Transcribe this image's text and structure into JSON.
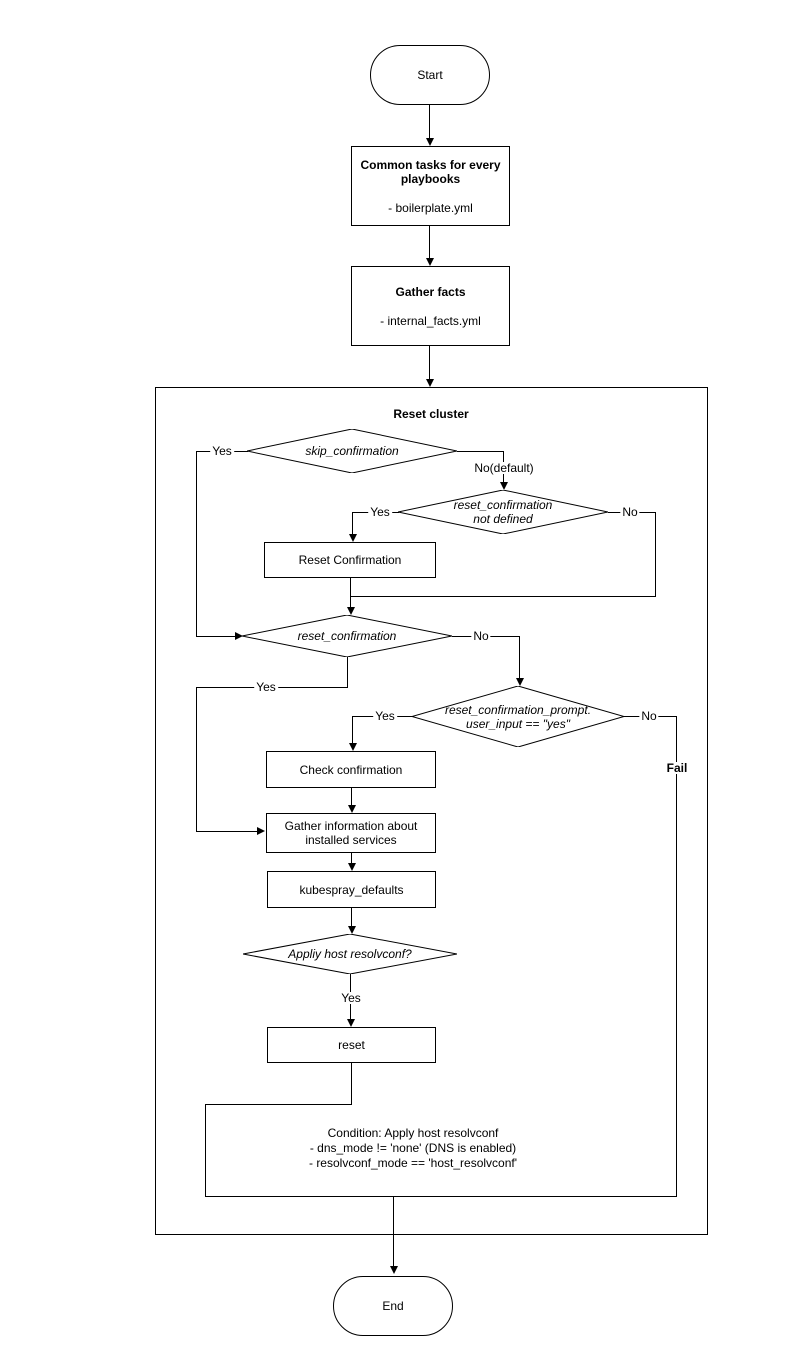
{
  "diagram": {
    "start": "Start",
    "end": "End",
    "common_tasks": {
      "title": "Common tasks for every playbooks",
      "item": "- boilerplate.yml"
    },
    "gather_facts": {
      "title": "Gather facts",
      "item": "- internal_facts.yml"
    },
    "reset_cluster": {
      "title": "Reset cluster",
      "skip_confirmation": "skip_confirmation",
      "not_defined_line1": "reset_confirmation",
      "not_defined_line2": "not defined",
      "reset_confirmation_box": "Reset Confirmation",
      "reset_confirmation": "reset_confirmation",
      "prompt_line1": "reset_confirmation_prompt.",
      "prompt_line2": "user_input == \"yes\"",
      "check_confirmation": "Check confirmation",
      "gather_info_line1": "Gather information about",
      "gather_info_line2": "installed services",
      "kubespray_defaults": "kubespray_defaults",
      "apply_resolvconf": "Appliy host resolvconf?",
      "reset": "reset",
      "condition_line1": "Condition: Apply host resolvconf",
      "condition_line2": "- dns_mode != 'none' (DNS is enabled)",
      "condition_line3": "- resolvconf_mode == 'host_resolvconf'"
    },
    "labels": {
      "yes": "Yes",
      "no": "No",
      "no_default": "No(default)",
      "fail": "Fail"
    }
  }
}
